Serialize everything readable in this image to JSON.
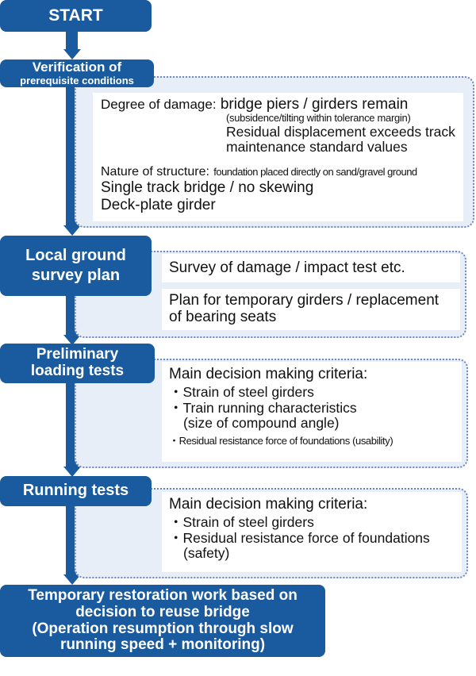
{
  "steps": {
    "start": "START",
    "verification_line1": "Verification of",
    "verification_line2": "prerequisite conditions",
    "local_survey_line1": "Local ground",
    "local_survey_line2": "survey plan",
    "preliminary_line1": "Preliminary",
    "preliminary_line2": "loading tests",
    "running_tests": "Running tests",
    "final_line1": "Temporary restoration work based on",
    "final_line2": "decision to reuse bridge",
    "final_line3": "(Operation resumption through slow",
    "final_line4": "running speed + monitoring)"
  },
  "verification_details": {
    "damage_label": "Degree of damage:",
    "damage_value": "bridge piers / girders remain",
    "damage_note": "(subsidence/tilting within tolerance margin)",
    "residual_line1": "Residual displacement exceeds track",
    "residual_line2": "maintenance standard values",
    "structure_label": "Nature of structure:",
    "structure_value": "foundation placed directly on sand/gravel ground",
    "single_track": "Single track bridge / no skewing",
    "deck_plate": "Deck-plate girder"
  },
  "survey_details": {
    "item1": "Survey of damage / impact test etc.",
    "item2_line1": "Plan for temporary girders / replacement",
    "item2_line2": "of bearing seats"
  },
  "preliminary_details": {
    "heading": "Main decision making criteria:",
    "bullet": "・",
    "item1": "Strain of steel girders",
    "item2_line1": "Train running characteristics",
    "item2_line2": "(size of compound angle)",
    "item3": "Residual resistance force of foundations (usability)"
  },
  "running_details": {
    "heading": "Main decision making criteria:",
    "bullet": "・",
    "item1": "Strain of steel girders",
    "item2_line1": "Residual resistance force of foundations",
    "item2_line2": "(safety)"
  },
  "colors": {
    "step_fill": "#1a5a9e",
    "panel_fill": "#e8eef8",
    "panel_border": "#6f89c2",
    "card_fill": "#ffffff"
  }
}
